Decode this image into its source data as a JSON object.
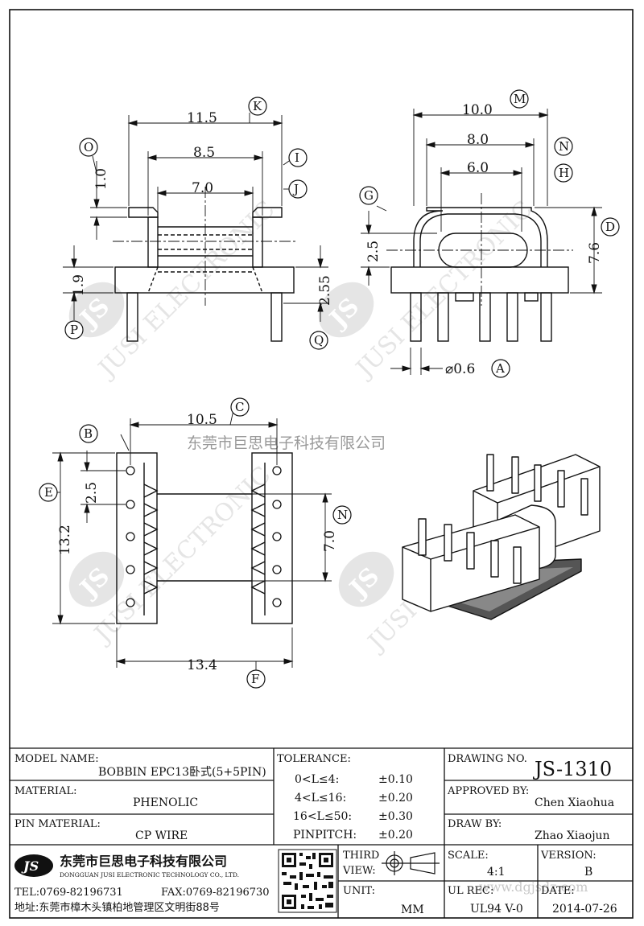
{
  "dimensions": {
    "v1": {
      "w_115": "11.5",
      "w_85": "8.5",
      "w_70": "7.0",
      "h_10": "1.0",
      "h_19": "1.9",
      "h_255": "2.55"
    },
    "v2": {
      "w_100": "10.0",
      "w_80": "8.0",
      "w_60": "6.0",
      "h_25": "2.5",
      "h_76": "7.6",
      "pin_d": "⌀0.6"
    },
    "v3": {
      "w_105": "10.5",
      "w_134": "13.4",
      "h_132": "13.2",
      "h_25": "2.5",
      "h_70": "7.0"
    }
  },
  "callouts": {
    "K": "K",
    "O": "O",
    "I": "I",
    "J": "J",
    "P": "P",
    "Q": "Q",
    "M": "M",
    "N": "N",
    "H": "H",
    "G": "G",
    "D": "D",
    "A": "A",
    "B": "B",
    "C": "C",
    "E": "E",
    "N2": "N",
    "F": "F"
  },
  "watermark": {
    "company_cn": "东莞市巨思电子科技有限公司",
    "brand_text": "JUSI ELECTRONIC",
    "logo": "JS",
    "site": "www.dgjsdz.com"
  },
  "title_block": {
    "model_name_label": "MODEL NAME:",
    "model_name_value": "BOBBIN EPC13卧式(5+5PIN)",
    "material_label": "MATERIAL:",
    "material_value": "PHENOLIC",
    "pin_material_label": "PIN MATERIAL:",
    "pin_material_value": "CP WIRE",
    "tolerance_label": "TOLERANCE:",
    "tolerances": [
      {
        "range": "0<L≤4:",
        "value": "±0.10"
      },
      {
        "range": "4<L≤16:",
        "value": "±0.20"
      },
      {
        "range": "16<L≤50:",
        "value": "±0.30"
      },
      {
        "range": "PINPITCH:",
        "value": "±0.20"
      }
    ],
    "drawing_no_label": "DRAWING NO.",
    "drawing_no_value": "JS-1310",
    "approved_by_label": "APPROVED BY:",
    "approved_by_value": "Chen Xiaohua",
    "draw_by_label": "DRAW BY:",
    "draw_by_value": "Zhao Xiaojun",
    "company_cn": "东莞市巨思电子科技有限公司",
    "company_en": "DONGGUAN JUSI ELECTRONIC TECHNOLOGY CO., LTD.",
    "logo": "JS",
    "tel": "TEL:0769-82196731",
    "fax": "FAX:0769-82196730",
    "address": "地址:东莞市樟木头镇柏地管理区文明街88号",
    "third_view_label_1": "THIRD",
    "third_view_label_2": "VIEW:",
    "unit_label": "UNIT:",
    "unit_value": "MM",
    "scale_label": "SCALE:",
    "scale_value": "4:1",
    "version_label": "VERSION:",
    "version_value": "B",
    "ul_rec_label": "UL REC:",
    "ul_rec_value": "UL94 V-0",
    "date_label": "DATE:",
    "date_value": "2014-07-26"
  }
}
